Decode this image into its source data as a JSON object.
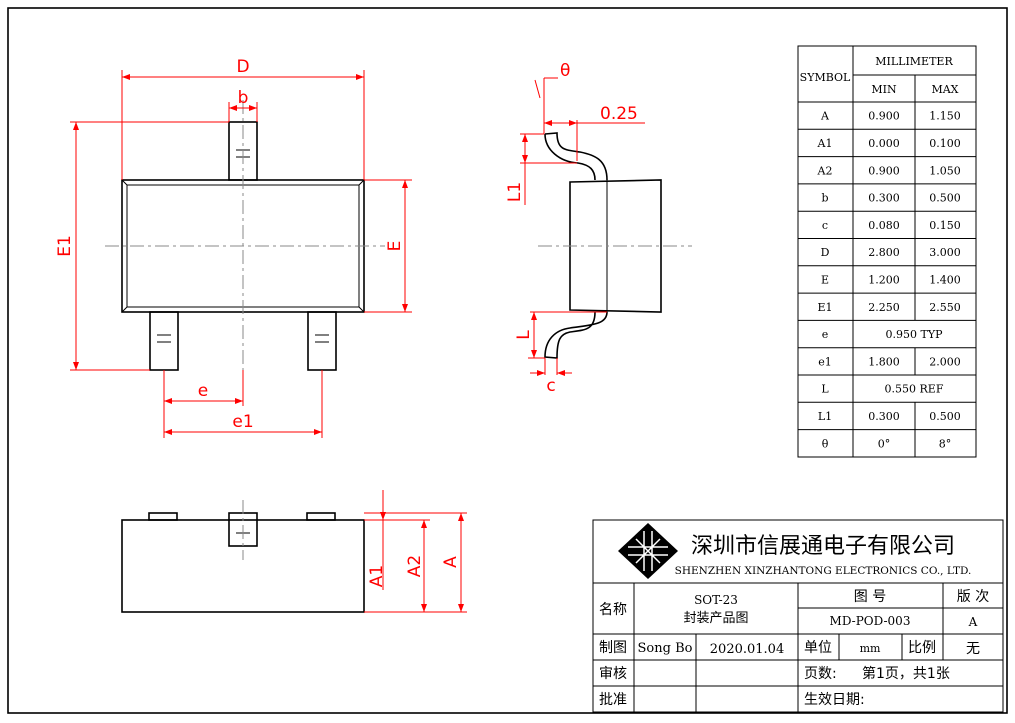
{
  "drawing": {
    "top_view_labels": {
      "D": "D",
      "b": "b",
      "E1": "E1",
      "E": "E",
      "e": "e",
      "e1": "e1"
    },
    "side_view_labels": {
      "theta": "θ",
      "lead_dim": "0.25",
      "L1": "L1",
      "L": "L",
      "c": "c"
    },
    "front_view_labels": {
      "A1": "A1",
      "A2": "A2",
      "A": "A"
    }
  },
  "dimension_table": {
    "symbol_header": "SYMBOL",
    "unit_header": "MILLIMETER",
    "min_header": "MIN",
    "max_header": "MAX",
    "rows": [
      {
        "symbol": "A",
        "min": "0.900",
        "max": "1.150"
      },
      {
        "symbol": "A1",
        "min": "0.000",
        "max": "0.100"
      },
      {
        "symbol": "A2",
        "min": "0.900",
        "max": "1.050"
      },
      {
        "symbol": "b",
        "min": "0.300",
        "max": "0.500"
      },
      {
        "symbol": "c",
        "min": "0.080",
        "max": "0.150"
      },
      {
        "symbol": "D",
        "min": "2.800",
        "max": "3.000"
      },
      {
        "symbol": "E",
        "min": "1.200",
        "max": "1.400"
      },
      {
        "symbol": "E1",
        "min": "2.250",
        "max": "2.550"
      },
      {
        "symbol": "e",
        "span": "0.950 TYP"
      },
      {
        "symbol": "e1",
        "min": "1.800",
        "max": "2.000"
      },
      {
        "symbol": "L",
        "span": "0.550 REF"
      },
      {
        "symbol": "L1",
        "min": "0.300",
        "max": "0.500"
      },
      {
        "symbol": "θ",
        "min": "0°",
        "max": "8°"
      }
    ]
  },
  "title_block": {
    "company_cn": "深圳市信展通电子有限公司",
    "company_en": "SHENZHEN XINZHANTONG ELECTRONICS CO., LTD.",
    "name_label": "名称",
    "name_line1": "SOT-23",
    "name_line2": "封装产品图",
    "drawing_no_label": "图 号",
    "drawing_no": "MD-POD-003",
    "version_label": "版 次",
    "version": "A",
    "drawn_label": "制图",
    "drawn_by": "Song Bo",
    "date": "2020.01.04",
    "unit_label": "单位",
    "unit": "mm",
    "scale_label": "比例",
    "scale": "无",
    "check_label": "审核",
    "pages_label": "页数:",
    "pages": "第1页，共1张",
    "approve_label": "批准",
    "effective_label": "生效日期:"
  }
}
